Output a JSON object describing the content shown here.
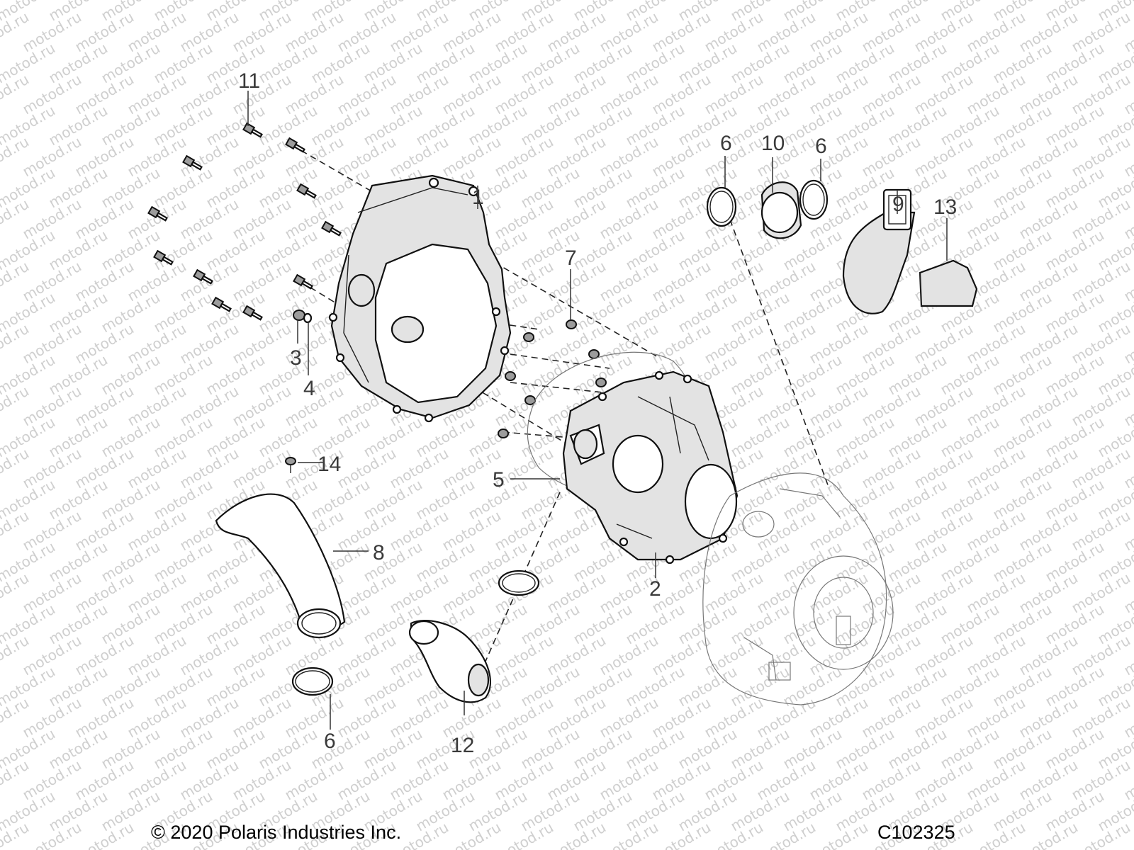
{
  "watermark": "motod.ru",
  "footer": {
    "copyright": "© 2020 Polaris Industries Inc.",
    "figure_code": "C102325"
  },
  "callouts": {
    "c1": "1",
    "c2": "2",
    "c3": "3",
    "c4": "4",
    "c5": "5",
    "c6_top_left": "6",
    "c6_top_right": "6",
    "c6_bottom": "6",
    "c7": "7",
    "c8": "8",
    "c9": "9",
    "c10": "10",
    "c11": "11",
    "c12": "12",
    "c13": "13",
    "c14": "14"
  },
  "colors": {
    "line": "#111111",
    "label": "#3a3a3a",
    "shade": "#e3e3e3",
    "watermark": "#cfcfcf"
  }
}
